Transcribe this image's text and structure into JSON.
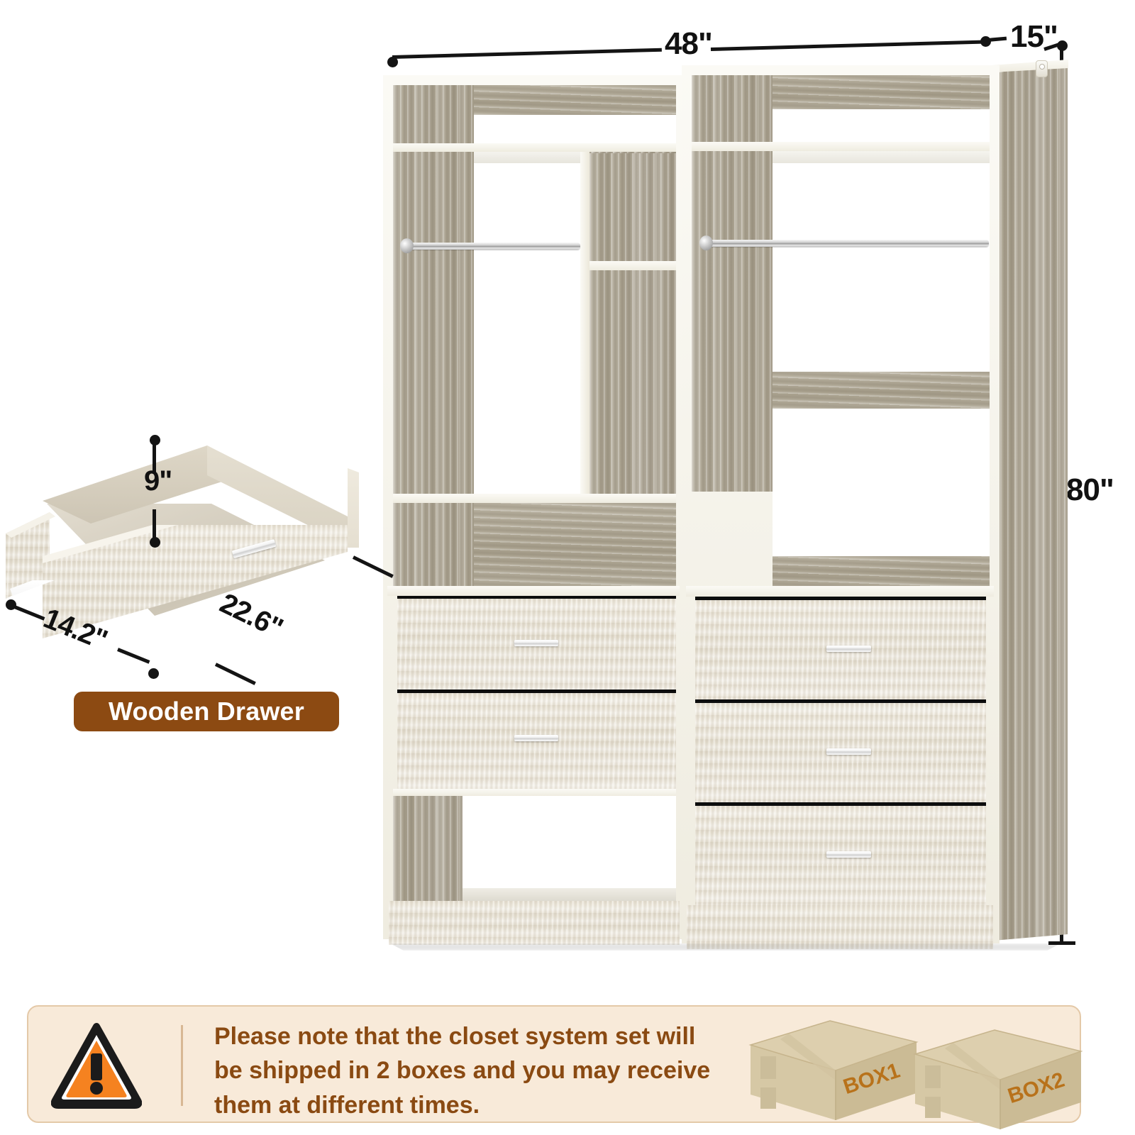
{
  "dimensions": {
    "width_label": "48\"",
    "depth_label": "15\"",
    "height_label": "80\""
  },
  "drawer_detail": {
    "height_label": "9\"",
    "depth_label": "14.2\"",
    "width_label": "22.6\"",
    "badge_label": "Wooden Drawer"
  },
  "banner": {
    "icon": "warning-triangle-icon",
    "text_line1": "Please note that the closet system set will",
    "text_line2": "be shipped in 2 boxes and you may receive",
    "text_line3": "them at different times.",
    "boxes": [
      {
        "label": "BOX1"
      },
      {
        "label": "BOX2"
      }
    ]
  },
  "colors": {
    "wood_light": "#e9e3d6",
    "wood_dark": "#aca590",
    "edge": "#f7f4ea",
    "badge_brown": "#8c4a12",
    "banner_bg": "#f8ead9",
    "banner_border": "#e4c9a8",
    "banner_text": "#8a4a12",
    "warning_orange": "#f58220",
    "box_label": "#b8721b",
    "dimension_black": "#141414"
  },
  "product": {
    "left_unit": {
      "top_shelf": "top-shelf",
      "hanging_rod": "hanging-rod",
      "drawer_count": 2,
      "open_cubby": "open-cubby"
    },
    "right_unit": {
      "top_shelf": "top-shelf",
      "hanging_rod": "hanging-rod",
      "drawer_count": 3
    }
  }
}
